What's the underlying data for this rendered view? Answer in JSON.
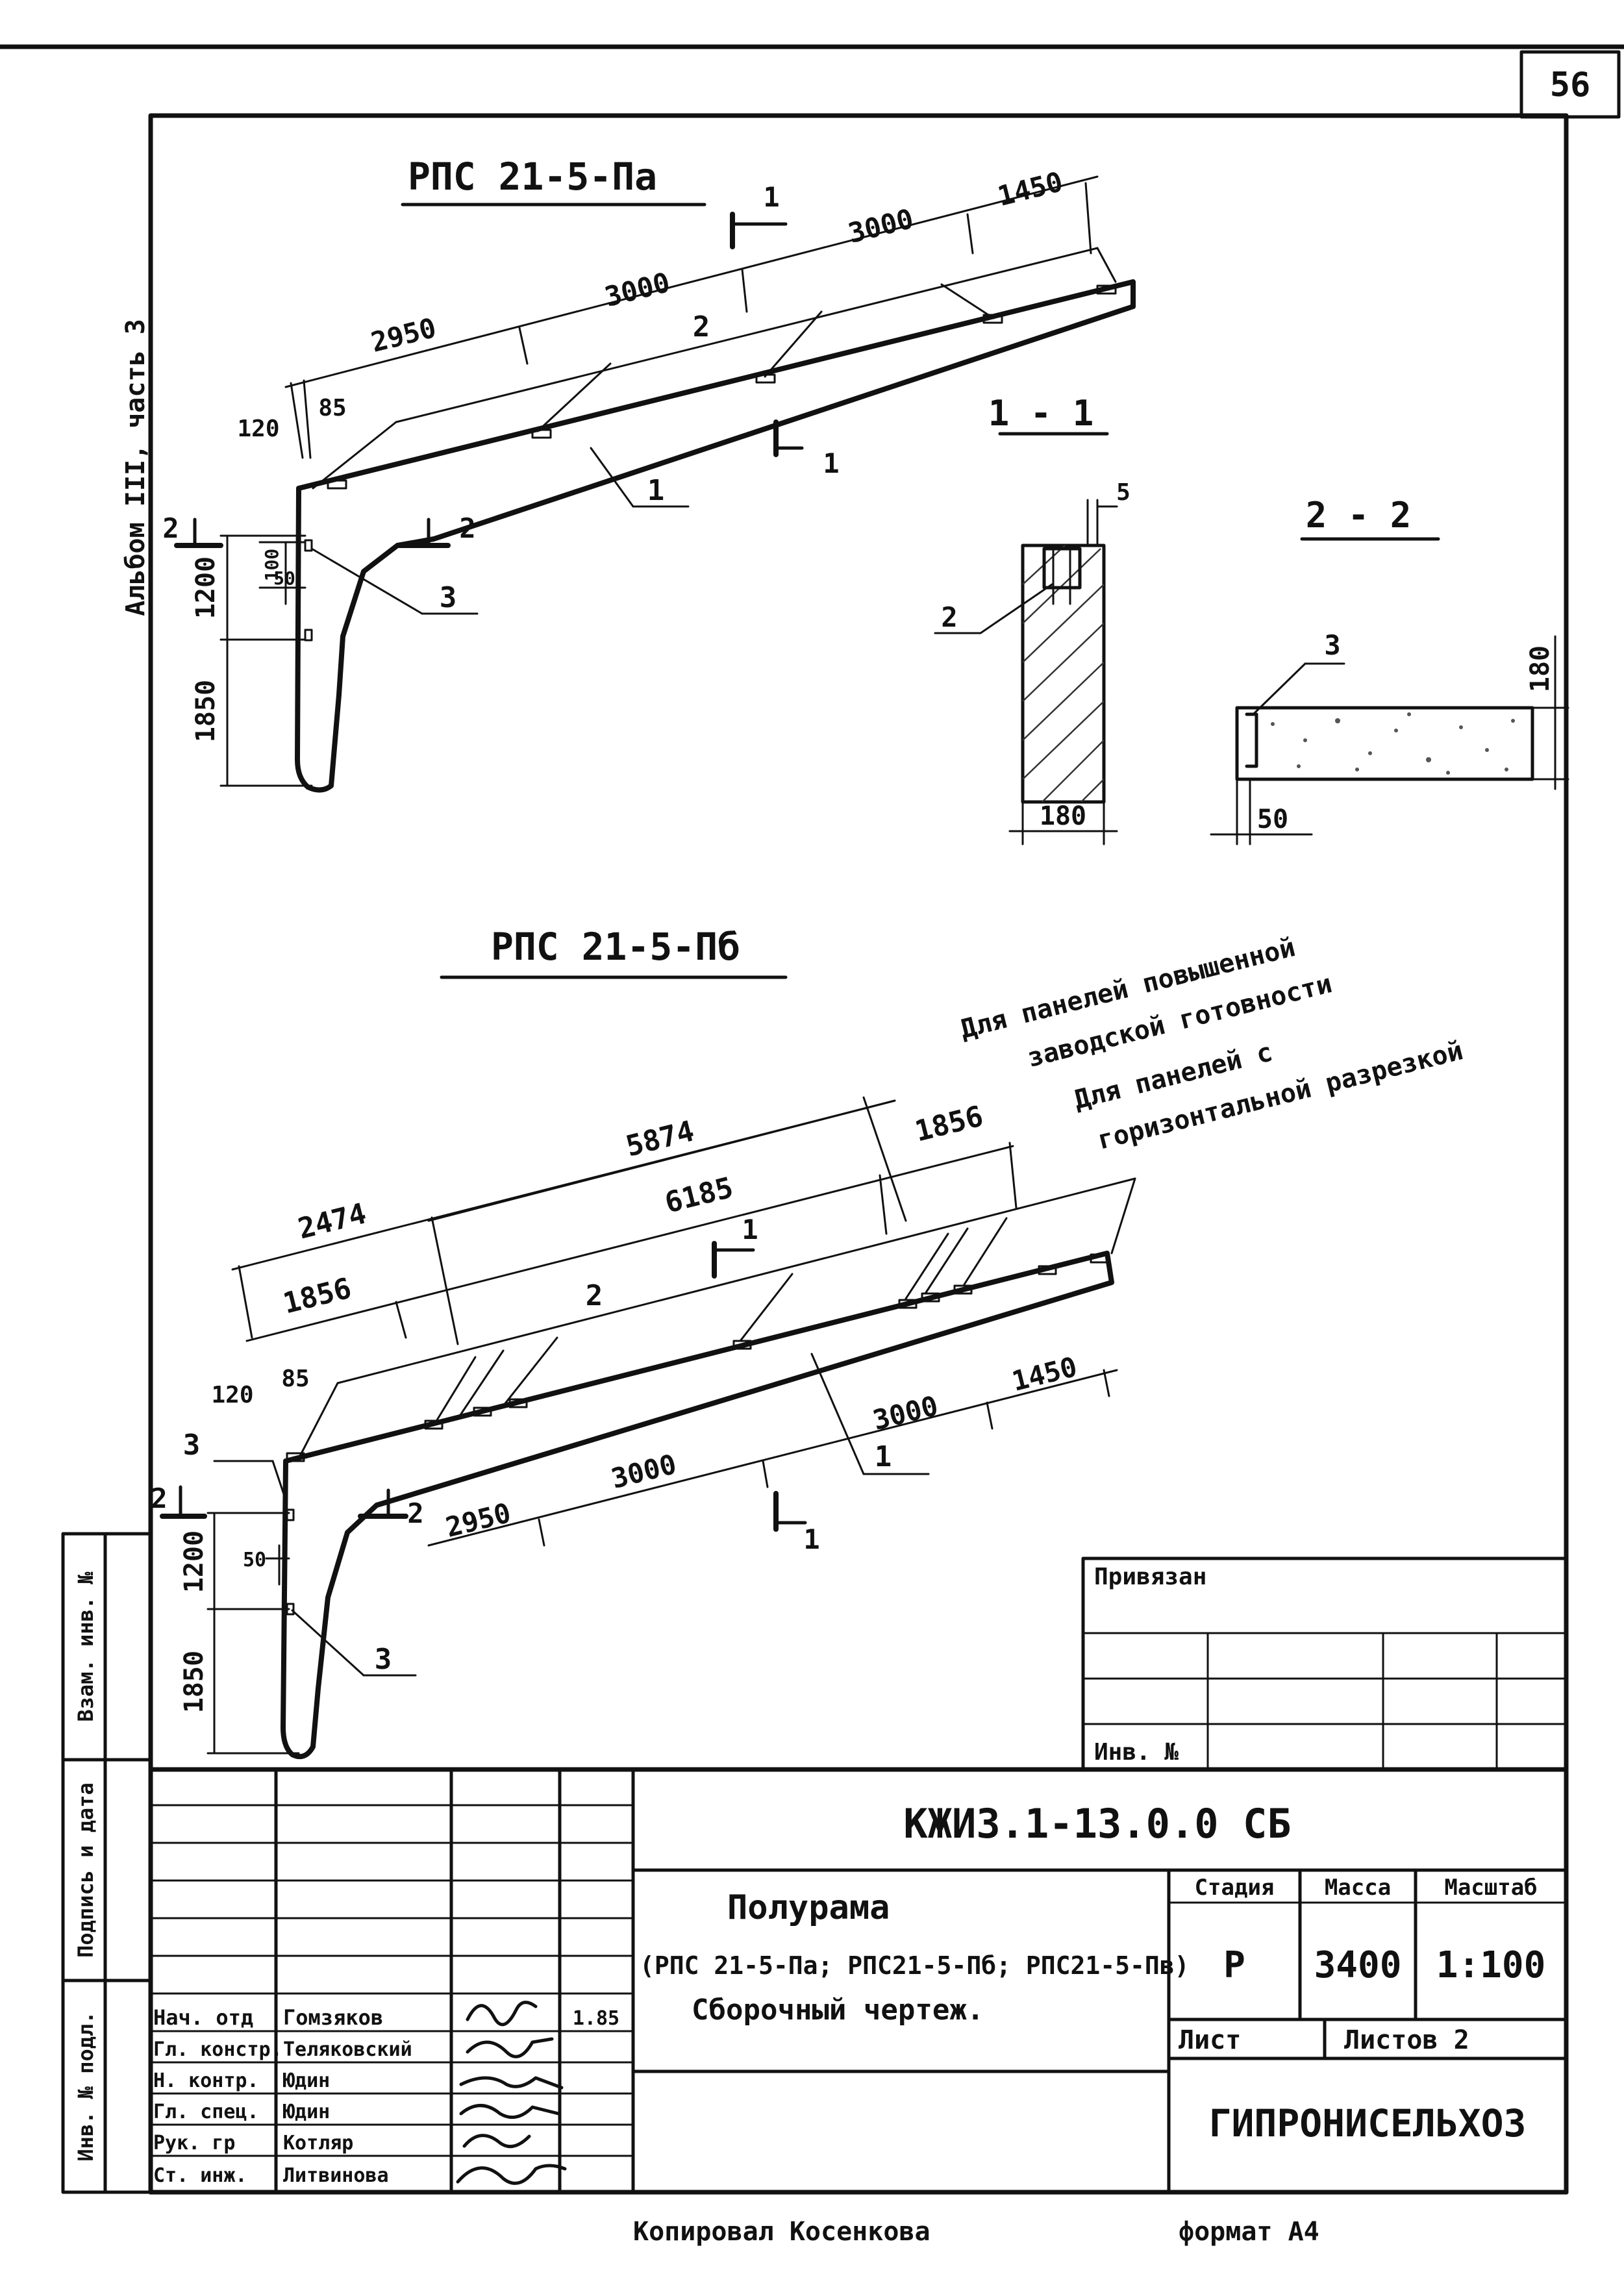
{
  "sheet": {
    "page_number": "56",
    "side_label": "Альбом III, часть 3",
    "footer_left": "Копировал Косенкова",
    "footer_right": "формат А4"
  },
  "view_a": {
    "title": "РПС 21-5-Па",
    "dims": {
      "d2950": "2950",
      "d3000_a": "3000",
      "d3000_b": "3000",
      "d1450": "1450",
      "d120": "120",
      "d85": "85",
      "d100": "100",
      "d50": "50",
      "d1200": "1200",
      "d1850": "1850"
    },
    "callouts": {
      "c1": "1",
      "c2": "2",
      "c3": "3"
    },
    "section_marks": {
      "s1_top": "1",
      "s1_bottom": "1",
      "s2_left": "2",
      "s2_right": "2"
    }
  },
  "section_1_1": {
    "title": "1 - 1",
    "dim_width": "180",
    "dim_top": "5",
    "callout": "2"
  },
  "section_2_2": {
    "title": "2 - 2",
    "dim_height": "180",
    "dim_edge": "50",
    "callout": "3"
  },
  "view_b": {
    "title": "РПС 21-5-Пб",
    "notes": {
      "note1_line1": "Для панелей повышенной",
      "note1_line2": "заводской готовности",
      "note2_line1": "Для панелей с",
      "note2_line2": "горизонтальной разрезкой"
    },
    "dims": {
      "d5874": "5874",
      "d1856_top": "1856",
      "d2474": "2474",
      "d6185": "6185",
      "d1856_left": "1856",
      "d120": "120",
      "d85": "85",
      "d2950": "2950",
      "d3000_a": "3000",
      "d3000_b": "3000",
      "d1450": "1450",
      "d50": "50",
      "d1200": "1200",
      "d1850": "1850"
    },
    "callouts": {
      "c1": "1",
      "c2": "2",
      "c3_top": "3",
      "c3_bottom": "3"
    },
    "section_marks": {
      "s1_top": "1",
      "s1_bottom": "1",
      "s2_left": "2",
      "s2_right": "2"
    }
  },
  "binding_table": {
    "title": "Привязан",
    "inv_label": "Инв. №"
  },
  "left_strip": {
    "cell1": "Взам. инв. №",
    "cell2": "Подпись и дата",
    "cell3": "Инв. № подл."
  },
  "title_block": {
    "document_code": "КЖИ3.1-13.0.0 СБ",
    "name_line1": "Полурама",
    "name_line2": "(РПС 21-5-Па; РПС21-5-Пб; РПС21-5-Пв)",
    "name_line3": "Сборочный чертеж.",
    "headers": {
      "stage": "Стадия",
      "mass": "Масса",
      "scale": "Масштаб"
    },
    "values": {
      "stage": "Р",
      "mass": "3400",
      "scale": "1:100"
    },
    "sheet_label": "Лист",
    "sheets_label": "Листов 2",
    "organization": "ГИПРОНИСЕЛЬХОЗ",
    "date_mark": "1.85",
    "staff": [
      {
        "role": "Нач. отд",
        "name": "Гомзяков"
      },
      {
        "role": "Гл. констр.",
        "name": "Теляковский"
      },
      {
        "role": "Н. контр.",
        "name": "Юдин"
      },
      {
        "role": "Гл. спец.",
        "name": "Юдин"
      },
      {
        "role": "Рук. гр",
        "name": "Котляр"
      },
      {
        "role": "Ст. инж.",
        "name": "Литвинова"
      }
    ]
  }
}
